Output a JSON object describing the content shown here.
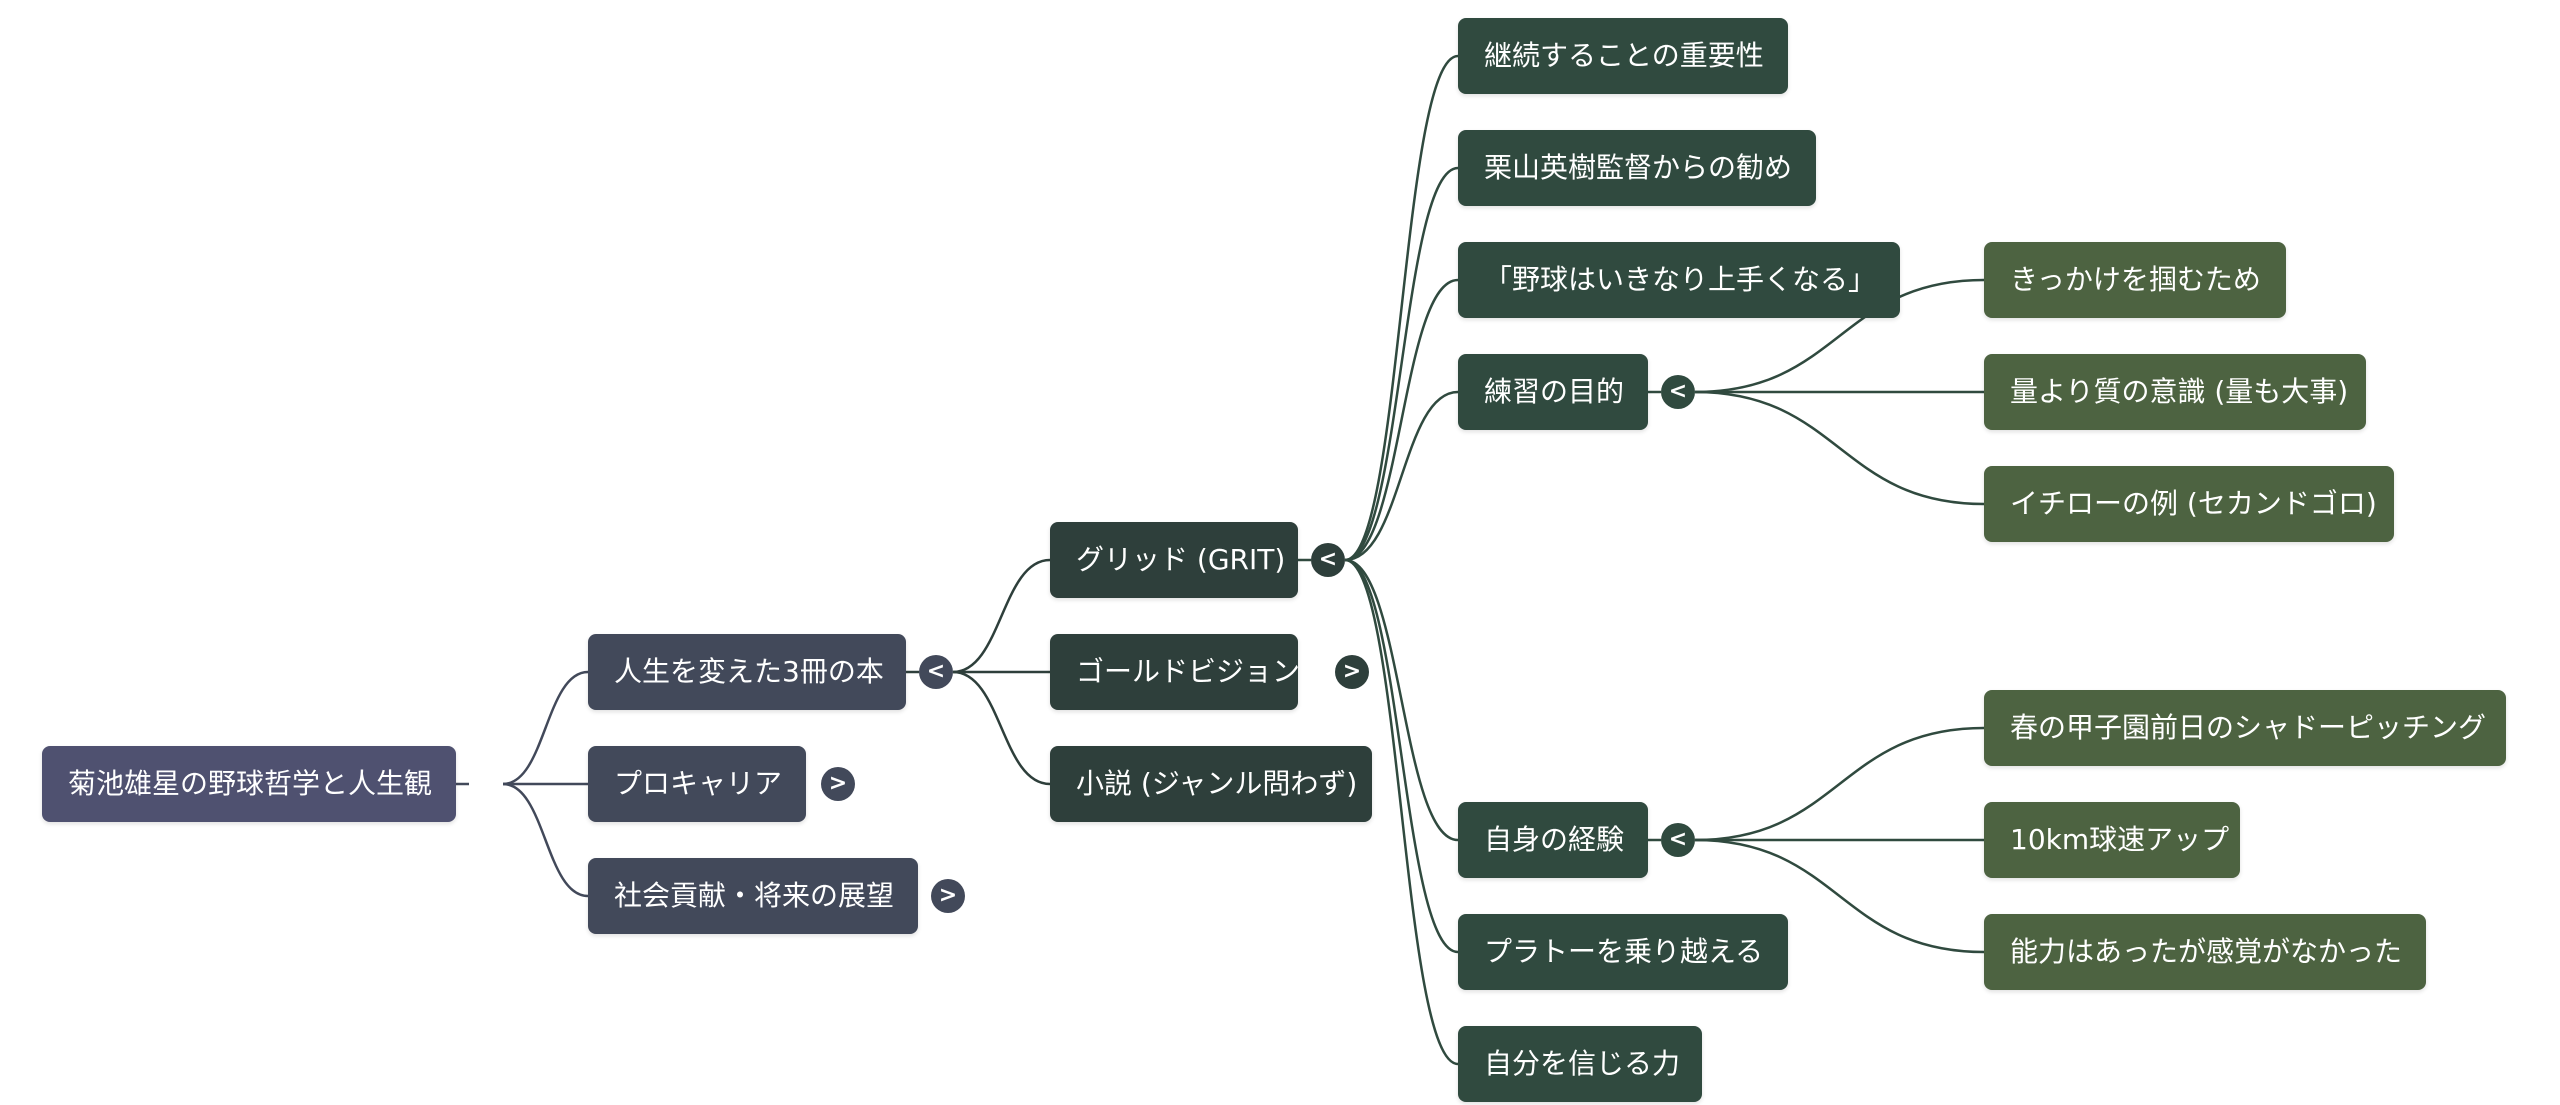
{
  "colors": {
    "root": "#4f5170",
    "level1": "#42495a",
    "level2": "#2e3f3b",
    "level3": "#304a3f",
    "level4": "#4d6341",
    "line_level1": "#42495a",
    "line_level2": "#2e3f3b",
    "line_level3": "#304a3f"
  },
  "mindmap": {
    "root": {
      "label": "菊池雄星の野球哲学と人生観",
      "toggle": "<"
    },
    "branches": [
      {
        "label": "人生を変えた3冊の本",
        "toggle": "<",
        "children": [
          {
            "label": "グリッド (GRIT)",
            "toggle": "<",
            "children": [
              {
                "label": "継続することの重要性"
              },
              {
                "label": "栗山英樹監督からの勧め"
              },
              {
                "label": "「野球はいきなり上手くなる」"
              },
              {
                "label": "練習の目的",
                "toggle": "<",
                "children": [
                  {
                    "label": "きっかけを掴むため"
                  },
                  {
                    "label": "量より質の意識 (量も大事)"
                  },
                  {
                    "label": "イチローの例 (セカンドゴロ)"
                  }
                ]
              },
              {
                "label": "自身の経験",
                "toggle": "<",
                "children": [
                  {
                    "label": "春の甲子園前日のシャドーピッチング"
                  },
                  {
                    "label": "10km球速アップ"
                  },
                  {
                    "label": "能力はあったが感覚がなかった"
                  }
                ]
              },
              {
                "label": "プラトーを乗り越える"
              },
              {
                "label": "自分を信じる力"
              }
            ]
          },
          {
            "label": "ゴールドビジョン",
            "toggle": ">"
          },
          {
            "label": "小説 (ジャンル問わず)"
          }
        ]
      },
      {
        "label": "プロキャリア",
        "toggle": ">"
      },
      {
        "label": "社会貢献・将来の展望",
        "toggle": ">"
      }
    ]
  }
}
